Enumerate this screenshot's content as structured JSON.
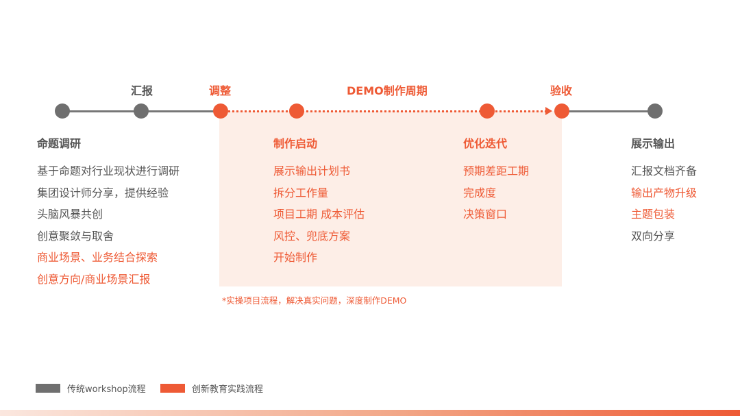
{
  "colors": {
    "orange": "#ee5a35",
    "gray": "#6f6f6f",
    "highlight": "#fdeee7",
    "text": "#555555"
  },
  "timeline": {
    "labels": {
      "report": "汇报",
      "adjust": "调整",
      "demo_cycle": "DEMO制作周期",
      "accept": "验收"
    }
  },
  "columns": [
    {
      "title": "命题调研",
      "items": [
        {
          "text": "基于命题对行业现状进行调研",
          "color": "gray"
        },
        {
          "text": "集团设计师分享，提供经验",
          "color": "gray"
        },
        {
          "text": "头脑风暴共创",
          "color": "gray"
        },
        {
          "text": "创意聚敛与取舍",
          "color": "gray"
        },
        {
          "text": "商业场景、业务结合探索",
          "color": "orange"
        },
        {
          "text": "创意方向/商业场景汇报",
          "color": "orange"
        }
      ]
    },
    {
      "title": "制作启动",
      "items": [
        {
          "text": "展示输出计划书",
          "color": "orange"
        },
        {
          "text": "拆分工作量",
          "color": "orange"
        },
        {
          "text": "项目工期 成本评估",
          "color": "orange"
        },
        {
          "text": "风控、兜底方案",
          "color": "orange"
        },
        {
          "text": "开始制作",
          "color": "orange"
        }
      ]
    },
    {
      "title": "优化迭代",
      "items": [
        {
          "text": "预期差距工期",
          "color": "orange"
        },
        {
          "text": "完成度",
          "color": "orange"
        },
        {
          "text": "决策窗口",
          "color": "orange"
        }
      ]
    },
    {
      "title": "展示输出",
      "items": [
        {
          "text": "汇报文档齐备",
          "color": "gray"
        },
        {
          "text": "输出产物升级",
          "color": "orange"
        },
        {
          "text": "主题包装",
          "color": "orange"
        },
        {
          "text": "双向分享",
          "color": "gray"
        }
      ]
    }
  ],
  "note": "*实操项目流程，解决真实问题，深度制作DEMO",
  "legend": {
    "traditional": "传统workshop流程",
    "innovative": "创新教育实践流程"
  }
}
